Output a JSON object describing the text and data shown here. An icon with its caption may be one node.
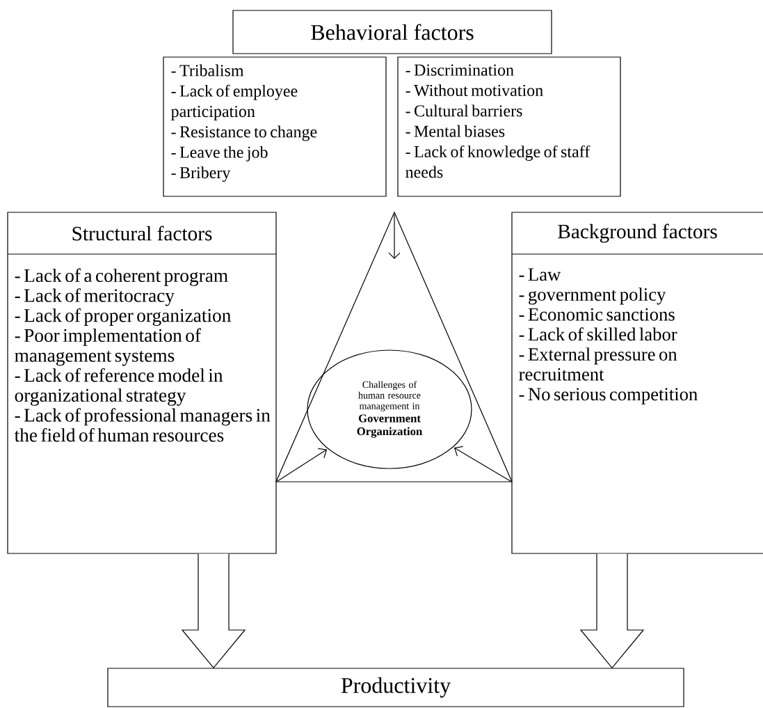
{
  "diagram": {
    "nodes": [
      {
        "text": [
          "Behavioral factors"
        ]
      },
      {
        "text": [
          "- Tribalism",
          "- Lack of employee participation",
          "- Resistance to change",
          "- Leave the job",
          "- Bribery"
        ]
      },
      {
        "text": [
          "- Discrimination",
          "- Without motivation",
          "- Cultural barriers",
          "- Mental biases",
          "- Lack of knowledge of staff needs"
        ]
      },
      {
        "text": [
          "Structural factors",
          "- Lack of a coherent program",
          "- Lack of meritocracy",
          "- Lack of proper organization",
          "- Poor implementation of management systems",
          "- Lack of reference model in organizational strategy",
          "- Lack of professional managers in the field of human resources"
        ]
      },
      {
        "text": [],
        "shape": "triangle"
      },
      {
        "text": [
          "Challenges of human resource management in",
          "Government Organization"
        ],
        "in": 4
      },
      {
        "text": [
          "Background factors",
          "- Law",
          "- government policy",
          "- Economic sanctions",
          "- Lack of skilled labor",
          "- External pressure on recruitment",
          "- No serious competition"
        ]
      },
      {
        "text": [
          "Productivity"
        ]
      }
    ],
    "edges": [
      {
        "from": 3,
        "to": 5,
        "arrow": "to"
      },
      {
        "from": 6,
        "to": 5,
        "arrow": "to"
      },
      {
        "from": 3,
        "to": 7,
        "arrow": "to"
      },
      {
        "from": 6,
        "to": 7,
        "arrow": "to"
      }
    ]
  }
}
